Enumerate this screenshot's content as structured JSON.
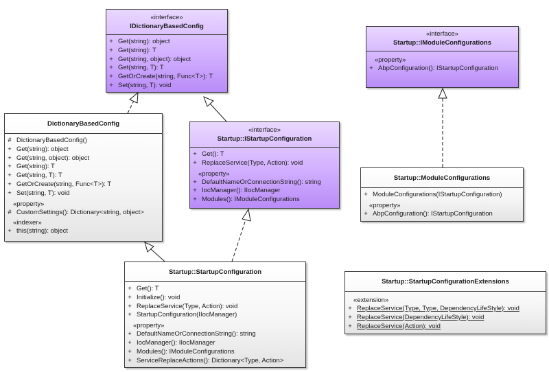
{
  "diagram": {
    "classes": {
      "idictionary_based_config": {
        "stereotype": "«interface»",
        "name": "IDictionaryBasedConfig",
        "members": [
          {
            "vis": "+",
            "sig": "Get(string): object"
          },
          {
            "vis": "+",
            "sig": "Get(string): T"
          },
          {
            "vis": "+",
            "sig": "Get(string, object): object"
          },
          {
            "vis": "+",
            "sig": "Get(string, T): T"
          },
          {
            "vis": "+",
            "sig": "GetOrCreate(string, Func<T>): T"
          },
          {
            "vis": "+",
            "sig": "Set(string, T): void"
          }
        ]
      },
      "imodule_configurations": {
        "stereotype": "«interface»",
        "name": "Startup::IModuleConfigurations",
        "property_label": "«property»",
        "properties": [
          {
            "vis": "+",
            "sig": "AbpConfiguration(): IStartupConfiguration"
          }
        ]
      },
      "dictionary_based_config": {
        "name": "DictionaryBasedConfig",
        "members": [
          {
            "vis": "#",
            "sig": "DictionaryBasedConfig()"
          },
          {
            "vis": "+",
            "sig": "Get(string): object"
          },
          {
            "vis": "+",
            "sig": "Get(string, object): object"
          },
          {
            "vis": "+",
            "sig": "Get(string): T"
          },
          {
            "vis": "+",
            "sig": "Get(string, T): T"
          },
          {
            "vis": "+",
            "sig": "GetOrCreate(string, Func<T>): T"
          },
          {
            "vis": "+",
            "sig": "Set(string, T): void"
          }
        ],
        "property_label": "«property»",
        "properties": [
          {
            "vis": "#",
            "sig": "CustomSettings(): Dictionary<string, object>"
          }
        ],
        "indexer_label": "«indexer»",
        "indexers": [
          {
            "vis": "+",
            "sig": "this(string): object"
          }
        ]
      },
      "istartup_configuration": {
        "stereotype": "«interface»",
        "name": "Startup::IStartupConfiguration",
        "members": [
          {
            "vis": "+",
            "sig": "Get(): T"
          },
          {
            "vis": "+",
            "sig": "ReplaceService(Type, Action): void"
          }
        ],
        "property_label": "«property»",
        "properties": [
          {
            "vis": "+",
            "sig": "DefaultNameOrConnectionString(): string"
          },
          {
            "vis": "+",
            "sig": "IocManager(): IIocManager"
          },
          {
            "vis": "+",
            "sig": "Modules(): IModuleConfigurations"
          }
        ]
      },
      "module_configurations": {
        "name": "Startup::ModuleConfigurations",
        "members": [
          {
            "vis": "+",
            "sig": "ModuleConfigurations(IStartupConfiguration)"
          }
        ],
        "property_label": "«property»",
        "properties": [
          {
            "vis": "+",
            "sig": "AbpConfiguration(): IStartupConfiguration"
          }
        ]
      },
      "startup_configuration": {
        "name": "Startup::StartupConfiguration",
        "members": [
          {
            "vis": "+",
            "sig": "Get(): T"
          },
          {
            "vis": "+",
            "sig": "Initialize(): void"
          },
          {
            "vis": "+",
            "sig": "ReplaceService(Type, Action): void"
          },
          {
            "vis": "+",
            "sig": "StartupConfiguration(IIocManager)"
          }
        ],
        "property_label": "«property»",
        "properties": [
          {
            "vis": "+",
            "sig": "DefaultNameOrConnectionString(): string"
          },
          {
            "vis": "+",
            "sig": "IocManager(): IIocManager"
          },
          {
            "vis": "+",
            "sig": "Modules(): IModuleConfigurations"
          },
          {
            "vis": "+",
            "sig": "ServiceReplaceActions(): Dictionary<Type, Action>"
          }
        ]
      },
      "startup_configuration_extensions": {
        "name": "Startup::StartupConfigurationExtensions",
        "extension_label": "«extension»",
        "extensions": [
          {
            "vis": "+",
            "sig": "ReplaceService(Type, Type, DependencyLifeStyle): void"
          },
          {
            "vis": "+",
            "sig": "ReplaceService(DependencyLifeStyle): void"
          },
          {
            "vis": "+",
            "sig": "ReplaceService(Action): void"
          }
        ]
      }
    },
    "colors": {
      "interface_fill": "#c9a6fb",
      "class_fill": "#f4f4f4",
      "border": "#3a3a3a"
    }
  }
}
